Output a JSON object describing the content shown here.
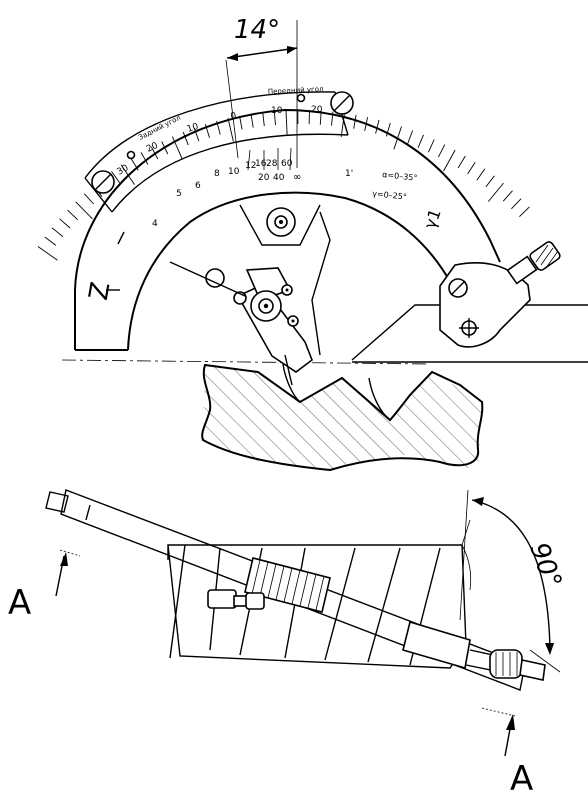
{
  "top_view": {
    "angle_dimension": "14°",
    "rear_angle_caption": "Задний угол",
    "front_angle_caption": "Передний угол",
    "rear_scale_numbers": [
      "30",
      "20",
      "10",
      "0"
    ],
    "front_scale_numbers": [
      "10",
      "20"
    ],
    "pitch_scale_numbers": [
      "4",
      "5",
      "6",
      "8",
      "10",
      "12",
      "16",
      "20",
      "28",
      "40",
      "60",
      "∞"
    ],
    "mark_z": "Z",
    "mark_one": "1'",
    "range_alpha": "α=0–35°",
    "range_gamma": "γ=0–25°",
    "mark_right": "γ1"
  },
  "bottom_view": {
    "angle_dimension": "90°",
    "section_label_left": "A",
    "section_label_right": "A"
  }
}
